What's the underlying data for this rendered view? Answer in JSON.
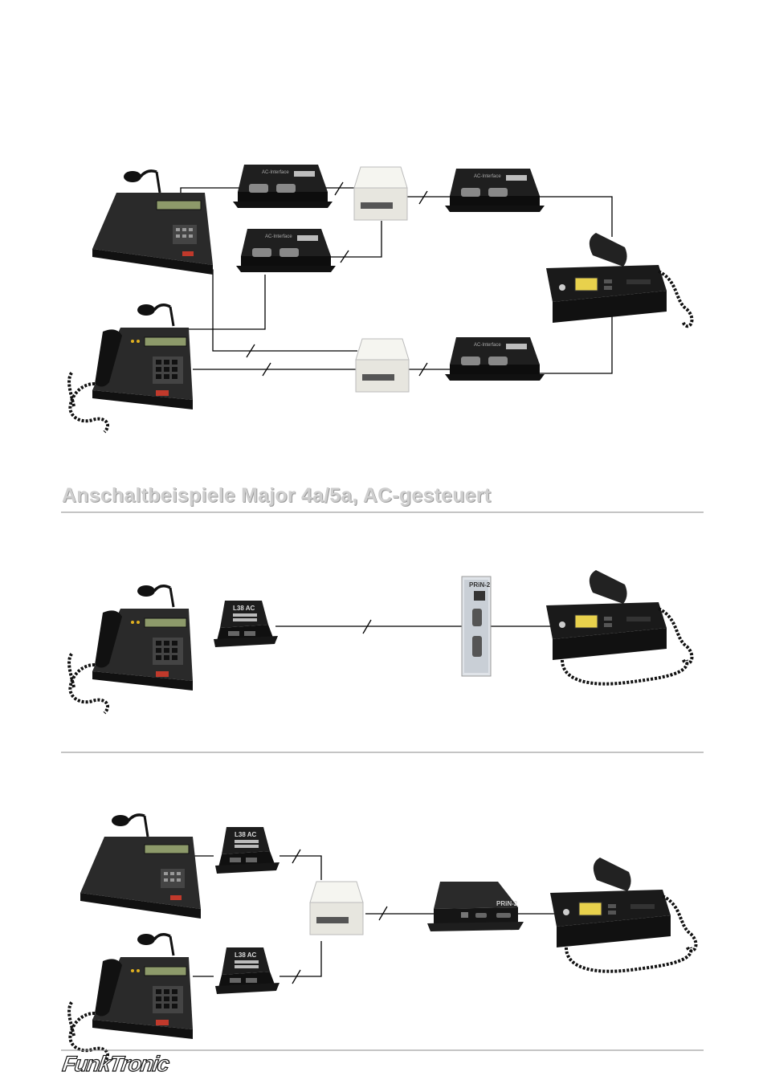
{
  "heading": "Anschaltbeispiele Major 4a/5a, AC-gesteuert",
  "logo": "FunkTronic",
  "device_labels": {
    "interface_box": "L38 AC",
    "rack_card": "PRiN-2",
    "compact_unit": "PRiN-2"
  },
  "colors": {
    "heading": "#cfcfcf",
    "rule": "#888888",
    "device_dark": "#222222",
    "device_light": "#f1f0ea"
  }
}
